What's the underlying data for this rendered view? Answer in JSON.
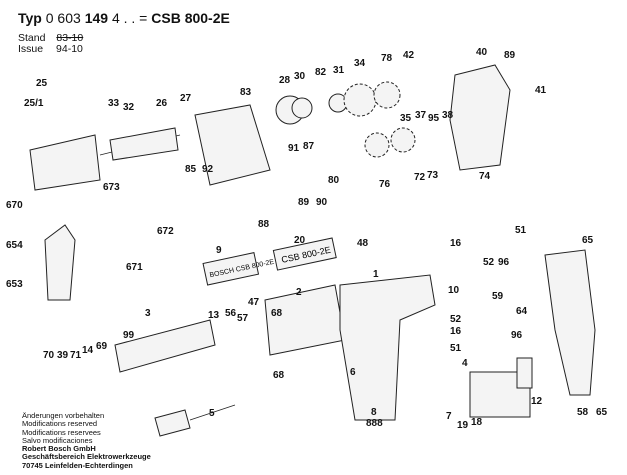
{
  "header": {
    "type_prefix": "Typ",
    "type_number_a": "0 603",
    "type_number_b": "149",
    "type_number_c": "4 . . =",
    "model": "CSB 800-2E",
    "stand_label": "Stand",
    "stand_value": "83-10",
    "issue_label": "Issue",
    "issue_value": "94-10"
  },
  "footer": {
    "lines": [
      "Änderungen vorbehalten",
      "Modifications reserved",
      "Modifications reservees",
      "Salvo modificaciones"
    ],
    "company": [
      "Robert Bosch GmbH",
      "Geschäftsbereich Elektrowerkzeuge",
      "70745 Leinfelden-Echterdingen"
    ]
  },
  "nameplates": {
    "plate_9": "BOSCH CSB 800-2E",
    "plate_20": "CSB 800-2E"
  },
  "part_labels": [
    "25",
    "25/1",
    "33",
    "32",
    "26",
    "27",
    "83",
    "28",
    "30",
    "82",
    "31",
    "34",
    "78",
    "42",
    "40",
    "89",
    "41",
    "35",
    "37",
    "95",
    "38",
    "91",
    "87",
    "80",
    "76",
    "72",
    "73",
    "74",
    "89",
    "90",
    "88",
    "85",
    "92",
    "673",
    "670",
    "654",
    "672",
    "671",
    "653",
    "9",
    "20",
    "48",
    "1",
    "3",
    "47",
    "2",
    "13",
    "56",
    "57",
    "68",
    "99",
    "70",
    "39",
    "71",
    "14",
    "69",
    "6",
    "68",
    "5",
    "8",
    "888",
    "16",
    "52",
    "96",
    "51",
    "10",
    "59",
    "52",
    "64",
    "16",
    "96",
    "51",
    "4",
    "12",
    "7",
    "19",
    "18",
    "65",
    "58",
    "65"
  ]
}
